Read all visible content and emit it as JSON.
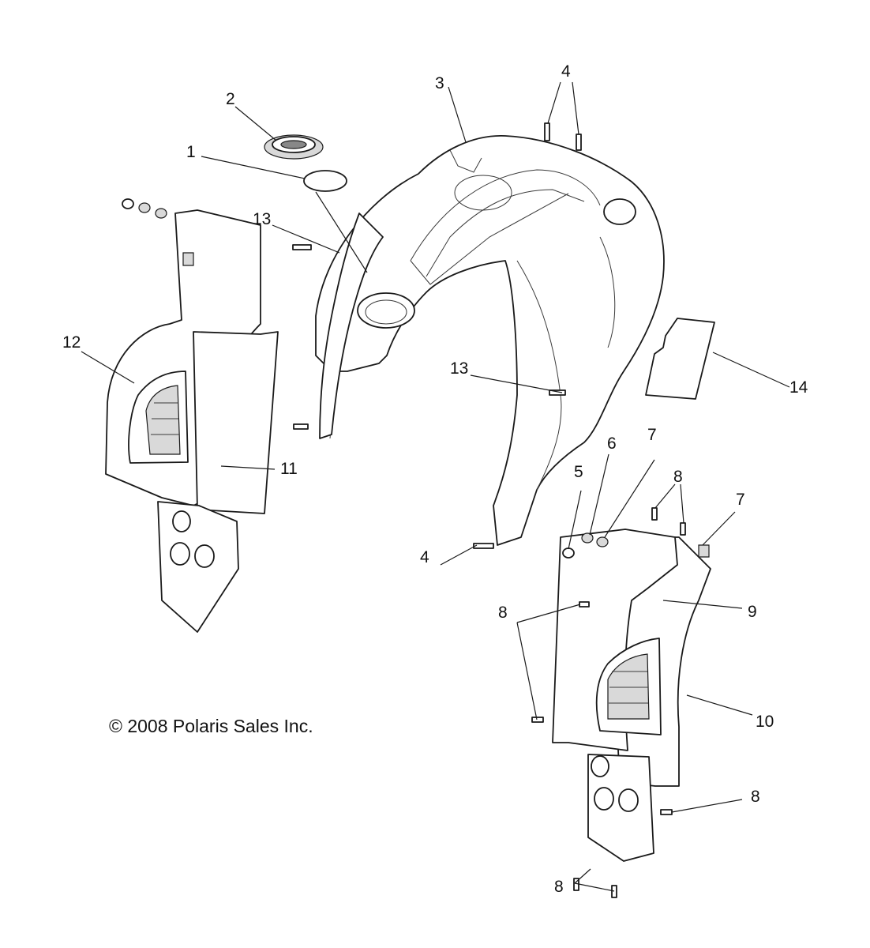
{
  "diagram": {
    "copyright": "© 2008 Polaris Sales Inc.",
    "callouts": {
      "c1": "1",
      "c2": "2",
      "c3": "3",
      "c4a": "4",
      "c4b": "4",
      "c5": "5",
      "c6": "6",
      "c7a": "7",
      "c7b": "7",
      "c8a": "8",
      "c8b": "8",
      "c8c": "8",
      "c8d": "8",
      "c9": "9",
      "c10": "10",
      "c11": "11",
      "c12": "12",
      "c13a": "13",
      "c13b": "13",
      "c14": "14"
    }
  }
}
